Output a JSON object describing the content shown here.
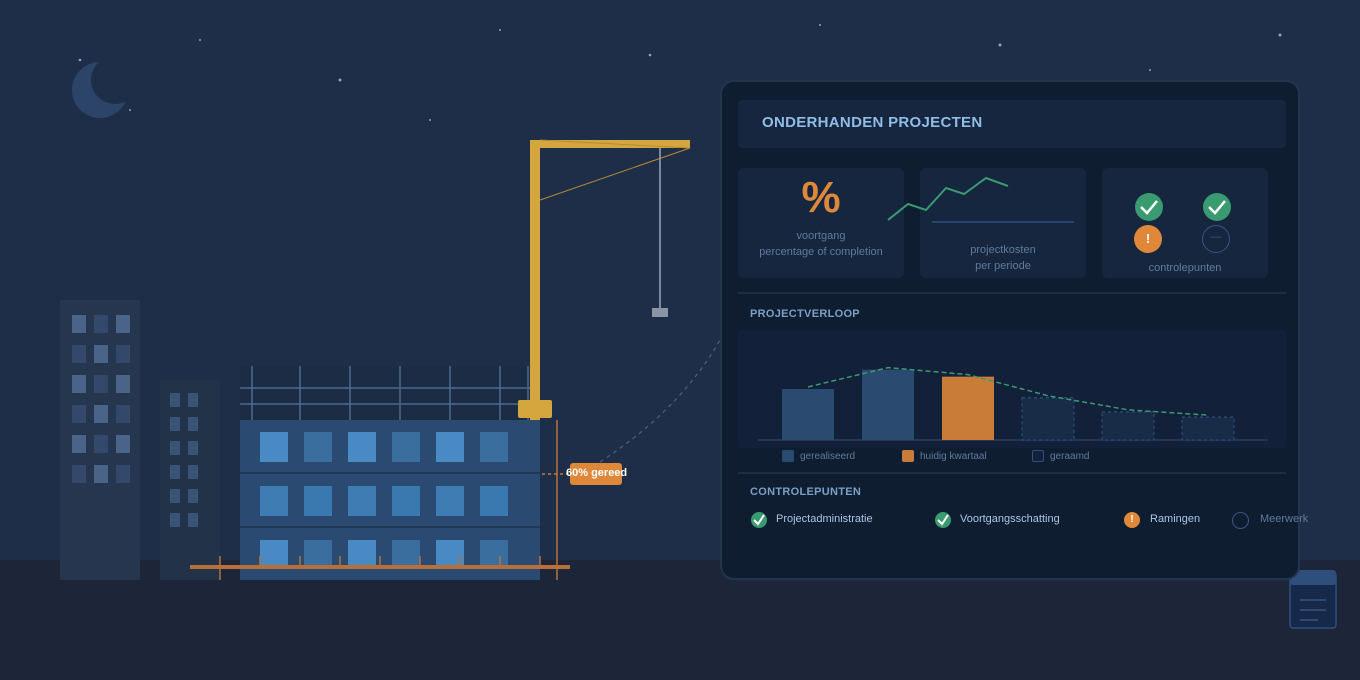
{
  "building": {
    "progress_label": "60% gereed"
  },
  "dashboard": {
    "title": "ONDERHANDEN PROJECTEN",
    "cards": {
      "progress": {
        "symbol": "%",
        "label": "voortgang",
        "sublabel": "percentage of completion"
      },
      "costs": {
        "label": "projectkosten",
        "sublabel": "per periode"
      },
      "checkpoints": {
        "label": "controlepunten",
        "warning_symbol": "!",
        "pending_symbol": "—"
      }
    },
    "projectverloop": {
      "title": "PROJECTVERLOOP",
      "legend": {
        "realized": "gerealiseerd",
        "current": "huidig kwartaal",
        "estimated": "geraamd"
      }
    },
    "controlepunten": {
      "title": "CONTROLEPUNTEN",
      "items": [
        {
          "label": "Projectadministratie",
          "status": "ok"
        },
        {
          "label": "Voortgangsschatting",
          "status": "ok"
        },
        {
          "label": "Ramingen",
          "status": "warning",
          "symbol": "!"
        },
        {
          "label": "Meerwerk",
          "status": "open"
        }
      ]
    }
  },
  "chart_data": {
    "type": "bar",
    "series": [
      {
        "name": "gerealiseerd",
        "values": [
          58,
          80,
          null,
          null,
          null,
          null
        ]
      },
      {
        "name": "huidig kwartaal",
        "values": [
          null,
          null,
          72,
          null,
          null,
          null
        ]
      },
      {
        "name": "geraamd",
        "values": [
          null,
          null,
          null,
          48,
          32,
          26
        ]
      }
    ],
    "trend": [
      58,
      80,
      72,
      48,
      32,
      26
    ],
    "ylim": [
      0,
      100
    ],
    "colors": {
      "gerealiseerd": "#2a4a70",
      "huidig kwartaal": "#c87c38",
      "geraamd": "#182b47",
      "trend": "#3a9a70"
    }
  },
  "colors": {
    "accent_orange": "#e0883a",
    "check_green": "#3a9a70",
    "crane_yellow": "#d4a73e",
    "panel_bg": "#0f1d31"
  }
}
